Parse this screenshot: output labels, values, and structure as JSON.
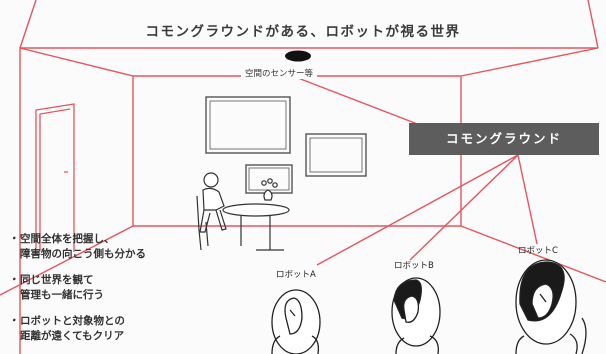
{
  "title": "コモングラウンドがある、ロボットが視る世界",
  "sensor_label": "空間のセンサー等",
  "common_ground_label": "コモングラウンド",
  "bullets": [
    {
      "line1": "空間全体を把握し、",
      "line2": "障害物の向こう側も分かる"
    },
    {
      "line1": "同じ世界を観て",
      "line2": "管理も一緒に行う"
    },
    {
      "line1": "ロボットと対象物との",
      "line2": "距離が遠くてもクリア"
    }
  ],
  "robots": {
    "a": {
      "label": "ロボットA"
    },
    "b": {
      "label": "ロボットB"
    },
    "c": {
      "label": "ロボットC"
    }
  },
  "colors": {
    "accent_red": "#e8545e",
    "label_box": "#5d5d5d",
    "line_dark": "#333333"
  }
}
